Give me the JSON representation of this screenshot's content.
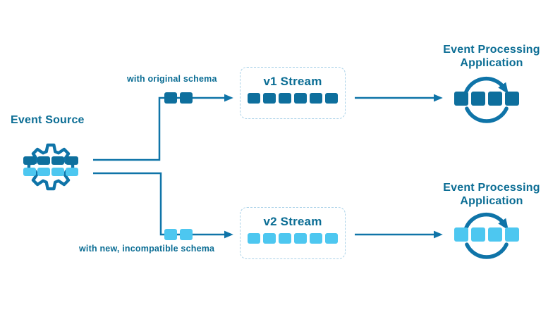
{
  "colors": {
    "dark": "#0e6f9d",
    "light": "#4dc7f0",
    "line": "#0f74a8",
    "text": "#0b6d94",
    "box_border": "#a9d1e8",
    "background": "#ffffff"
  },
  "source": {
    "label": "Event Source",
    "icon": "gear-blocks-icon",
    "block_rows": [
      {
        "count": 4,
        "color": "#0e6f9d"
      },
      {
        "count": 4,
        "color": "#4dc7f0"
      }
    ]
  },
  "branches": [
    {
      "label": "with original schema",
      "blocks": {
        "count": 2,
        "color": "#0e6f9d"
      }
    },
    {
      "label": "with new, incompatible schema",
      "blocks": {
        "count": 2,
        "color": "#4dc7f0"
      }
    }
  ],
  "streams": [
    {
      "title": "v1 Stream",
      "blocks": {
        "count": 6,
        "color": "#0e6f9d"
      }
    },
    {
      "title": "v2 Stream",
      "blocks": {
        "count": 6,
        "color": "#4dc7f0"
      }
    }
  ],
  "apps": [
    {
      "title": "Event Processing Application",
      "icon": "cycle-arrows-icon",
      "blocks": {
        "count": 4,
        "color": "#0e6f9d"
      }
    },
    {
      "title": "Event Processing Application",
      "icon": "cycle-arrows-icon",
      "blocks": {
        "count": 4,
        "color": "#4dc7f0"
      }
    }
  ]
}
